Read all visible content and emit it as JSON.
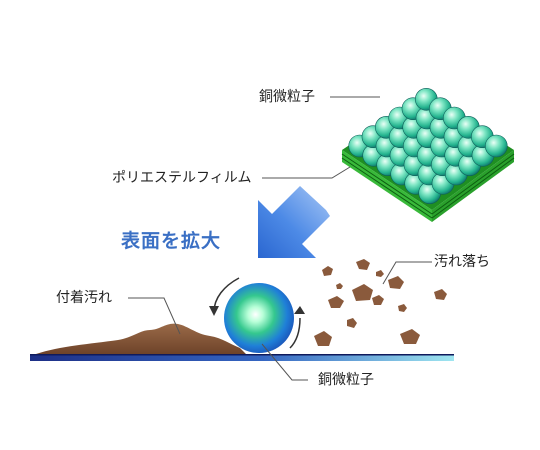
{
  "labels": {
    "copper_particles_top": "銅微粒子",
    "polyester_film": "ポリエステルフィルム",
    "enlarged_surface": "表面を拡大",
    "adhered_dirt": "付着汚れ",
    "dirt_removed": "汚れ落ち",
    "copper_particle_bottom": "銅微粒子"
  },
  "colors": {
    "heading": "#3a6fc4",
    "arrow": "#3f7ee0",
    "film": "#2fae2f",
    "dirt": "#8a5a3c",
    "particle": "#3fd0a0",
    "baseline": "#2a3f8f"
  }
}
